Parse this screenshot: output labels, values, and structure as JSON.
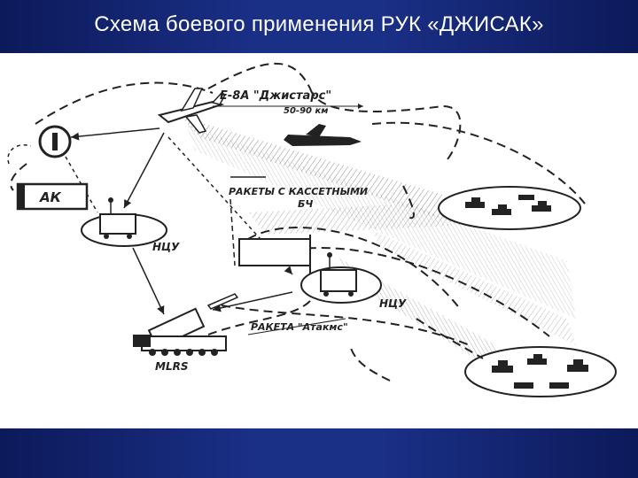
{
  "slide": {
    "title": "Схема боевого применения РУК «ДЖИСАК»"
  },
  "diagram": {
    "labels": {
      "aircraft": "Е-8А \"Джистарс\"",
      "range": "50-90 км",
      "ak": "АК",
      "ncu_left": "НЦУ",
      "ncu_right": "НЦУ",
      "missiles_line1": "РАКЕТЫ С КАССЕТНЫМИ",
      "missiles_line2": "БЧ",
      "missile_atacms": "РАКЕТА \"Атакмс\"",
      "mlrs": "MLRS"
    },
    "colors": {
      "title_bar": "#1a2f86",
      "ink": "#222222",
      "background": "#ffffff"
    }
  }
}
